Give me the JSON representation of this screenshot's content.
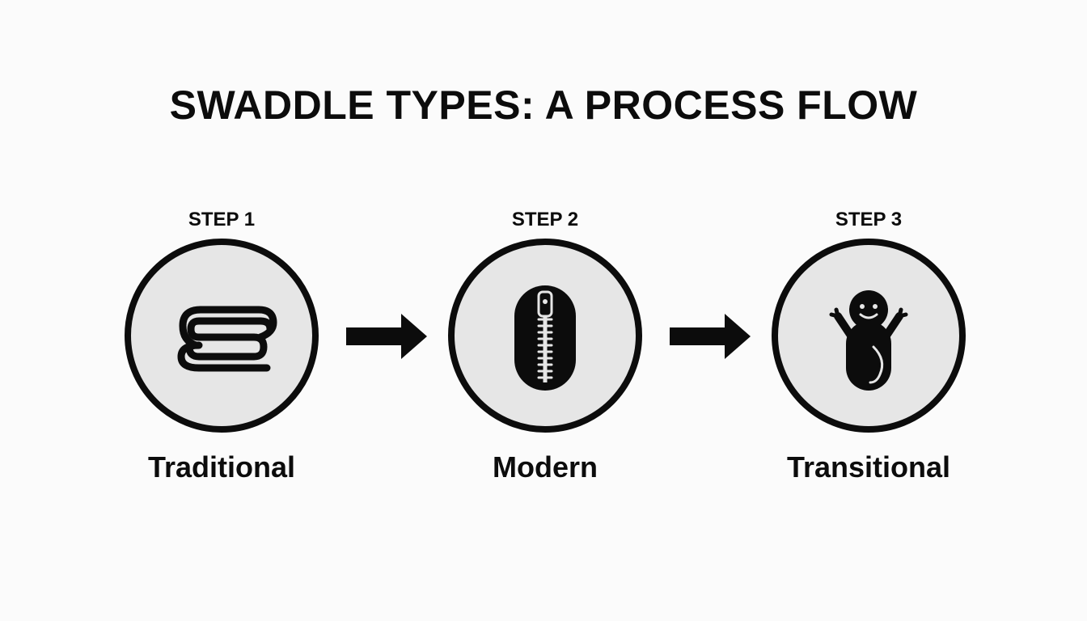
{
  "title": "SWADDLE TYPES: A PROCESS FLOW",
  "steps": [
    {
      "step_label": "STEP 1",
      "name": "Traditional",
      "icon": "folded-blanket-icon"
    },
    {
      "step_label": "STEP 2",
      "name": "Modern",
      "icon": "zipper-swaddle-icon"
    },
    {
      "step_label": "STEP 3",
      "name": "Transitional",
      "icon": "swaddled-baby-arms-out-icon"
    }
  ],
  "connectors": [
    "arrow-right-icon",
    "arrow-right-icon"
  ],
  "colors": {
    "background": "#fbfbfb",
    "foreground": "#0c0c0c",
    "circle_fill": "#e6e6e6"
  }
}
